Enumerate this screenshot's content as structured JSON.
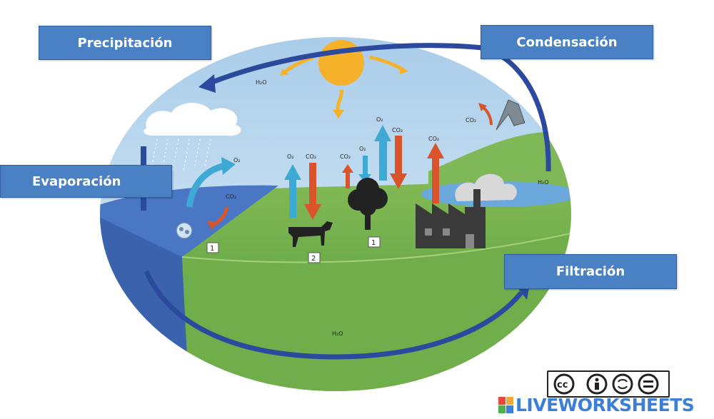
{
  "labels": {
    "precipitation": "Precipitación",
    "condensation": "Condensación",
    "evaporation": "Evaporación",
    "filtration": "Filtración"
  },
  "chem": {
    "h2o": "H₂O",
    "o2": "O₂",
    "co2": "CO₂"
  },
  "tags": {
    "ocean": "1",
    "animal": "2",
    "tree": "1"
  },
  "badge": {
    "cc": "cc"
  },
  "watermark": {
    "text": "LIVEWORKSHEETS"
  },
  "colors": {
    "sky": "#c9e0f2",
    "ocean": "#3f6fbd",
    "land": "#6aa84f",
    "cycle_arrow": "#2b4a9e",
    "o2_arrow": "#3fa9d6",
    "co2_arrow": "#d9532b",
    "sun": "#f5b12a",
    "label_box": "#4a80c4"
  }
}
